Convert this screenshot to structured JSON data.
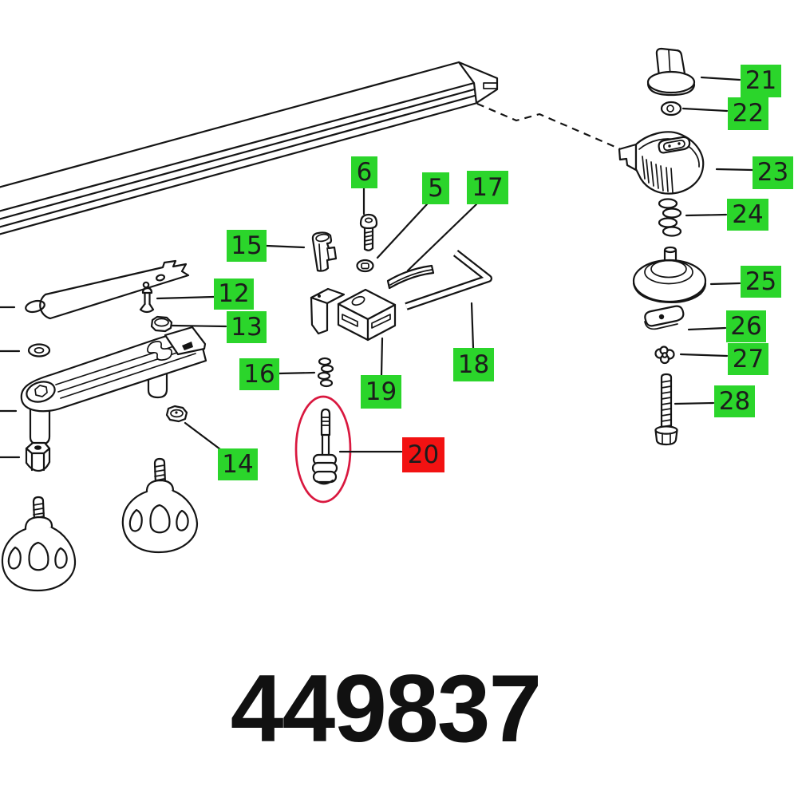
{
  "part_number": "449837",
  "colors": {
    "label_green": "#2bd52b",
    "label_red": "#f21212",
    "highlight": "#d9183f",
    "line": "#141414",
    "background": "#ffffff"
  },
  "labels": {
    "l5": {
      "text": "5"
    },
    "l6": {
      "text": "6"
    },
    "l12": {
      "text": "12"
    },
    "l13": {
      "text": "13"
    },
    "l14": {
      "text": "14"
    },
    "l15": {
      "text": "15"
    },
    "l16": {
      "text": "16"
    },
    "l17": {
      "text": "17"
    },
    "l18": {
      "text": "18"
    },
    "l19": {
      "text": "19"
    },
    "l20": {
      "text": "20",
      "highlighted": true
    },
    "l21": {
      "text": "21"
    },
    "l22": {
      "text": "22"
    },
    "l23": {
      "text": "23"
    },
    "l24": {
      "text": "24"
    },
    "l25": {
      "text": "25"
    },
    "l26": {
      "text": "26"
    },
    "l27": {
      "text": "27"
    },
    "l28": {
      "text": "28"
    }
  }
}
